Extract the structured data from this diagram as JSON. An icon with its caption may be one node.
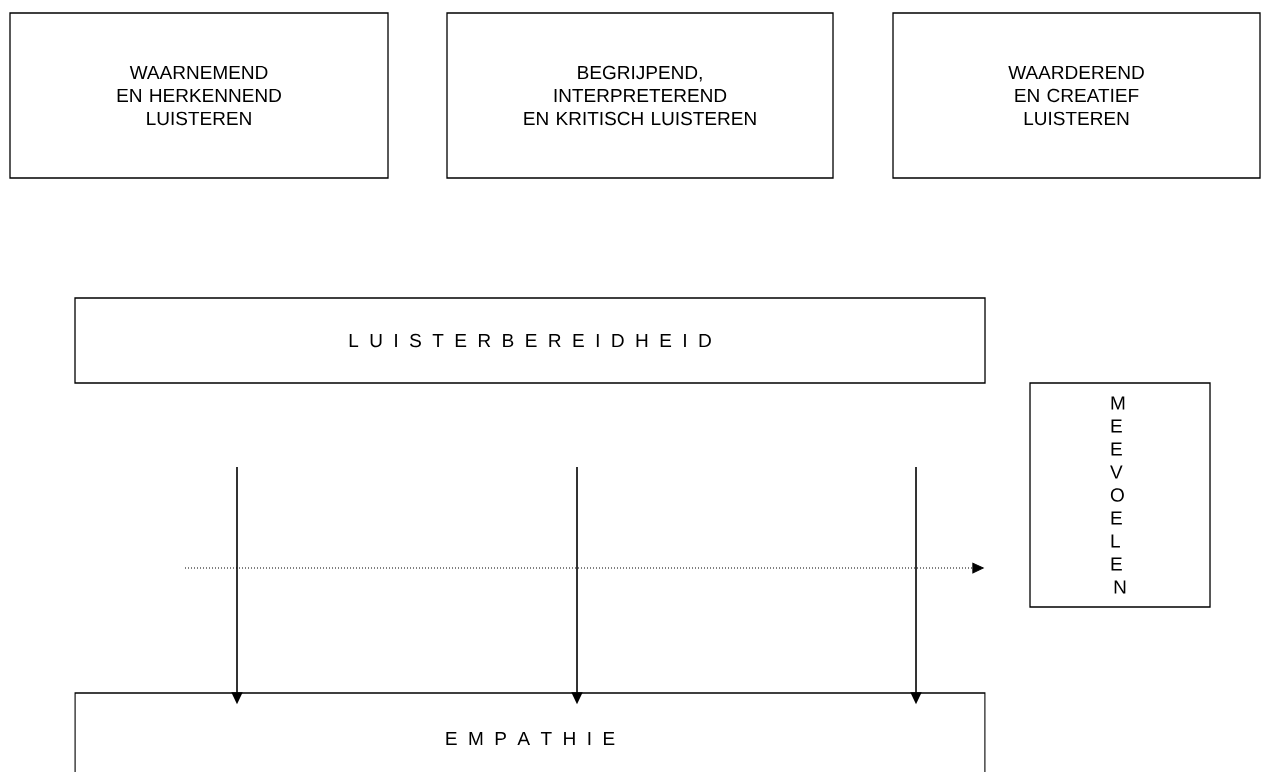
{
  "diagram": {
    "nodes": [
      {
        "text": [
          "WAARNEMEND EN HERKENNEND LUISTEREN"
        ]
      },
      {
        "text": [
          "BEGRIJPEND, INTERPRETEREND EN KRITISCH LUISTEREN"
        ]
      },
      {
        "text": [
          "WAARDEREND EN CREATIEF LUISTEREN"
        ]
      },
      {
        "text": [
          "L U I S T E R B E R E I D H E I D"
        ]
      },
      {
        "text": [
          "MEEVOELEN"
        ]
      },
      {
        "text": [
          "E M P A T H I E"
        ]
      }
    ],
    "edges": [
      {
        "from": null,
        "to": 5,
        "arrow": "to"
      },
      {
        "from": null,
        "to": 5,
        "arrow": "to"
      },
      {
        "from": null,
        "to": 5,
        "arrow": "to"
      },
      {
        "from": null,
        "to": 4,
        "arrow": "to",
        "style": "dashed"
      }
    ]
  }
}
